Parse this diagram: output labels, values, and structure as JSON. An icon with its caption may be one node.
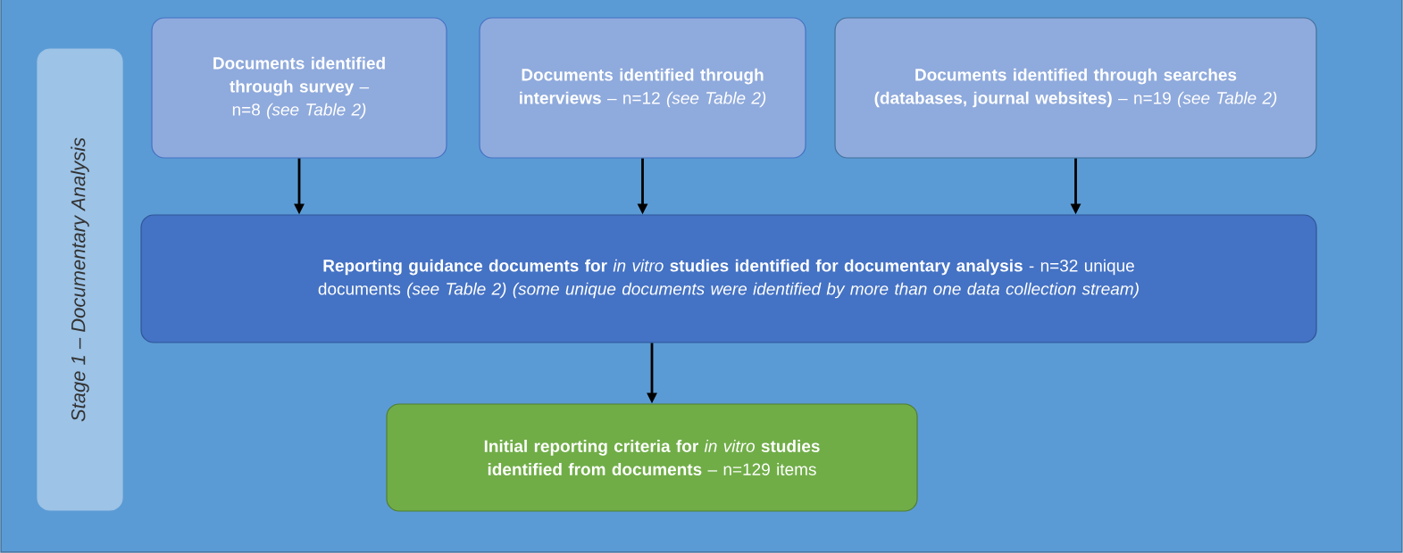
{
  "diagram": {
    "nodes": [
      {
        "text": [
          "Stage 1 – Documentary  Analysis"
        ]
      },
      {
        "text": [
          "**Documents identified through survey** – n=8 *(see Table 2)*"
        ]
      },
      {
        "text": [
          "**Documents identified through interviews** – n=12 *(see Table 2)*"
        ]
      },
      {
        "text": [
          "**Documents identified through searches (databases, journal websites)** – n=19 *(see Table 2)*"
        ]
      },
      {
        "text": [
          "**Reporting guidance documents for** *in vitro* **studies identified for documentary analysis** - n=32 unique documents *(see Table 2) (some unique documents were identified by more than one data collection stream)*"
        ]
      },
      {
        "text": [
          "**Initial reporting criteria for** *in vitro* **studies identified from documents** – n=129 items"
        ]
      }
    ],
    "edges": [
      {
        "from": 1,
        "to": 4,
        "arrow": "to"
      },
      {
        "from": 2,
        "to": 4,
        "arrow": "to"
      },
      {
        "from": 3,
        "to": 4,
        "arrow": "to"
      },
      {
        "from": 4,
        "to": 5,
        "arrow": "to"
      }
    ]
  }
}
